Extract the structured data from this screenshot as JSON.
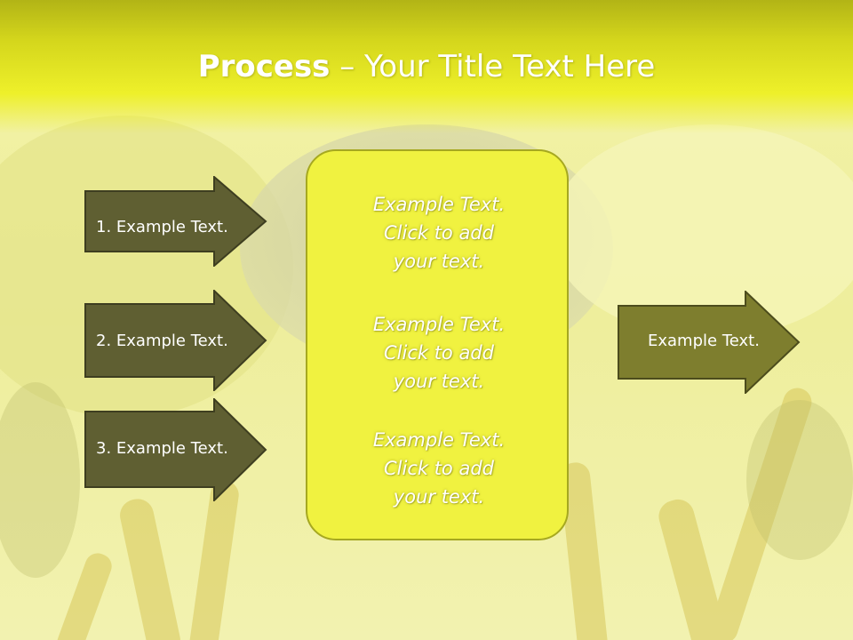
{
  "slide": {
    "title_bold": "Process",
    "title_rest": " – Your Title Text Here"
  },
  "input_arrows": [
    {
      "label": "1. Example Text."
    },
    {
      "label": "2. Example Text."
    },
    {
      "label": "3. Example Text."
    }
  ],
  "center_box": {
    "paragraphs": [
      {
        "lines": [
          "Example Text.",
          "Click  to add",
          "your text."
        ]
      },
      {
        "lines": [
          "Example Text.",
          "Click  to add",
          "your text."
        ]
      },
      {
        "lines": [
          "Example Text.",
          "Click  to add",
          "your text."
        ]
      }
    ]
  },
  "output_arrow": {
    "label": "Example Text."
  },
  "colors": {
    "title_band": "#eef02a",
    "input_arrow_fill": "#5f5f32",
    "output_arrow_fill": "#7e7e2e",
    "box_fill": "#f0f240",
    "box_border": "#a6a820",
    "text": "#ffffff"
  }
}
